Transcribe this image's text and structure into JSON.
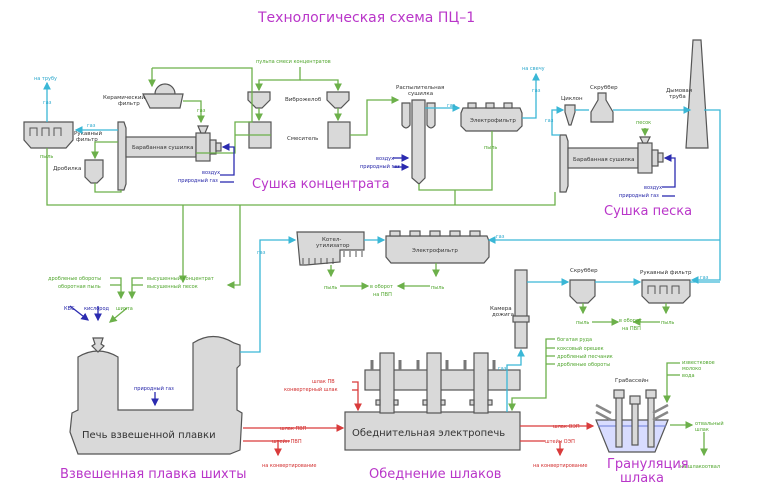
{
  "title": "Технологическая схема ПЦ–1",
  "sections": {
    "drying_concentrate": "Сушка концентрата",
    "drying_sand": "Сушка песка",
    "flash_smelting": "Взвешенная плавка шихты",
    "slag_cleaning": "Обеднение шлаков",
    "granulation_line1": "Грануляция",
    "granulation_line2": "шлака"
  },
  "equipment": {
    "ceramic_filter_1": "Керамический",
    "ceramic_filter_2": "фильтр",
    "bag_filter_1_line1": "Рукавный",
    "bag_filter_1_line2": "фильтр",
    "crusher": "Дробилка",
    "drum_dryer_conc": "Барабанная сушилка",
    "vibrochute": "Виброжелоб",
    "mixer": "Смеситель",
    "spray_dryer_1": "Распылительная",
    "spray_dryer_2": "сушилка",
    "electrofilter_1": "Электрофильтр",
    "cyclone": "Циклон",
    "scrubber_1": "Скруббер",
    "chimney_1": "Дымовая",
    "chimney_2": "труба",
    "drum_dryer_sand": "Барабанная сушилка",
    "boiler_1": "Котел-",
    "boiler_2": "утилизатор",
    "electrofilter_2": "Электрофильтр",
    "afterburn_1": "Камера",
    "afterburn_2": "дожига",
    "scrubber_2": "Скруббер",
    "bag_filter_2": "Рукавный фильтр",
    "flash_furnace": "Печь взвешенной плавки",
    "electric_furnace": "Обеднительная электропечь",
    "granulation_pool": "Грануляция",
    "grabbasin": "Грабассейн"
  },
  "flows": {
    "to_pipe": "на трубу",
    "gas": "газ",
    "dust": "пыль",
    "air": "воздух",
    "natural_gas": "природный газ",
    "concentrate_mix_pulp": "пульпа смеси концентратов",
    "to_chimney": "на свечу",
    "sand": "песок",
    "crushed_returns": "дробленые обороты",
    "return_dust": "оборотная пыль",
    "dried_concentrate": "высушенный концентрат",
    "dried_sand": "высушенный песок",
    "kvs": "КВС",
    "oxygen": "кислород",
    "charge": "шихта",
    "to_recycle_1": "в оборот",
    "to_recycle_2": "на ПВП",
    "pvp_slag": "шлак ПВ",
    "converter_slag": "конвертерный шлак",
    "slag_pvp": "шлак ПВП",
    "matte_pvp": "штейн ПВП",
    "to_converting": "на конвертирование",
    "rich_ore": "богатая руда",
    "coke_nut": "коксовый орешек",
    "crushed_sand": "дробленый песчаник",
    "crushed_returns_2": "дробленые обороты",
    "slag_oep": "шлак ОЭП",
    "matte_oep": "штейн ОЭП",
    "lime_milk_1": "известковое",
    "lime_milk_2": "молоко",
    "water": "вода",
    "waste_slag_1": "отвальный",
    "waste_slag_2": "шлак",
    "to_slag_dump": "на шлакоотвал"
  },
  "colors": {
    "title": "#b936c9",
    "material": "#6cb04a",
    "gas": "#3ab7d6",
    "air_fuel": "#2b2bb0",
    "melt": "#d93b3b",
    "equipment_fill": "#d9d9d9"
  }
}
